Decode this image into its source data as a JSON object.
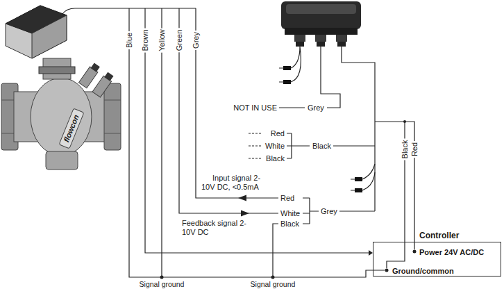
{
  "diagram": {
    "nodes": [
      {
        "text": [
          "Controller",
          "Power 24V AC/DC",
          "Ground/common"
        ]
      }
    ],
    "labels": [
      "flowcon",
      "Blue",
      "Brown",
      "Yellow",
      "Green",
      "Grey",
      "NOT IN USE",
      "Grey",
      "Red",
      "White",
      "Black",
      "Black",
      "Input signal 2-10V DC, <0.5mA",
      "Red",
      "Feedback signal 2-10V DC",
      "White",
      "Black",
      "Grey",
      "Black",
      "Red",
      "Signal ground",
      "Signal ground"
    ]
  }
}
